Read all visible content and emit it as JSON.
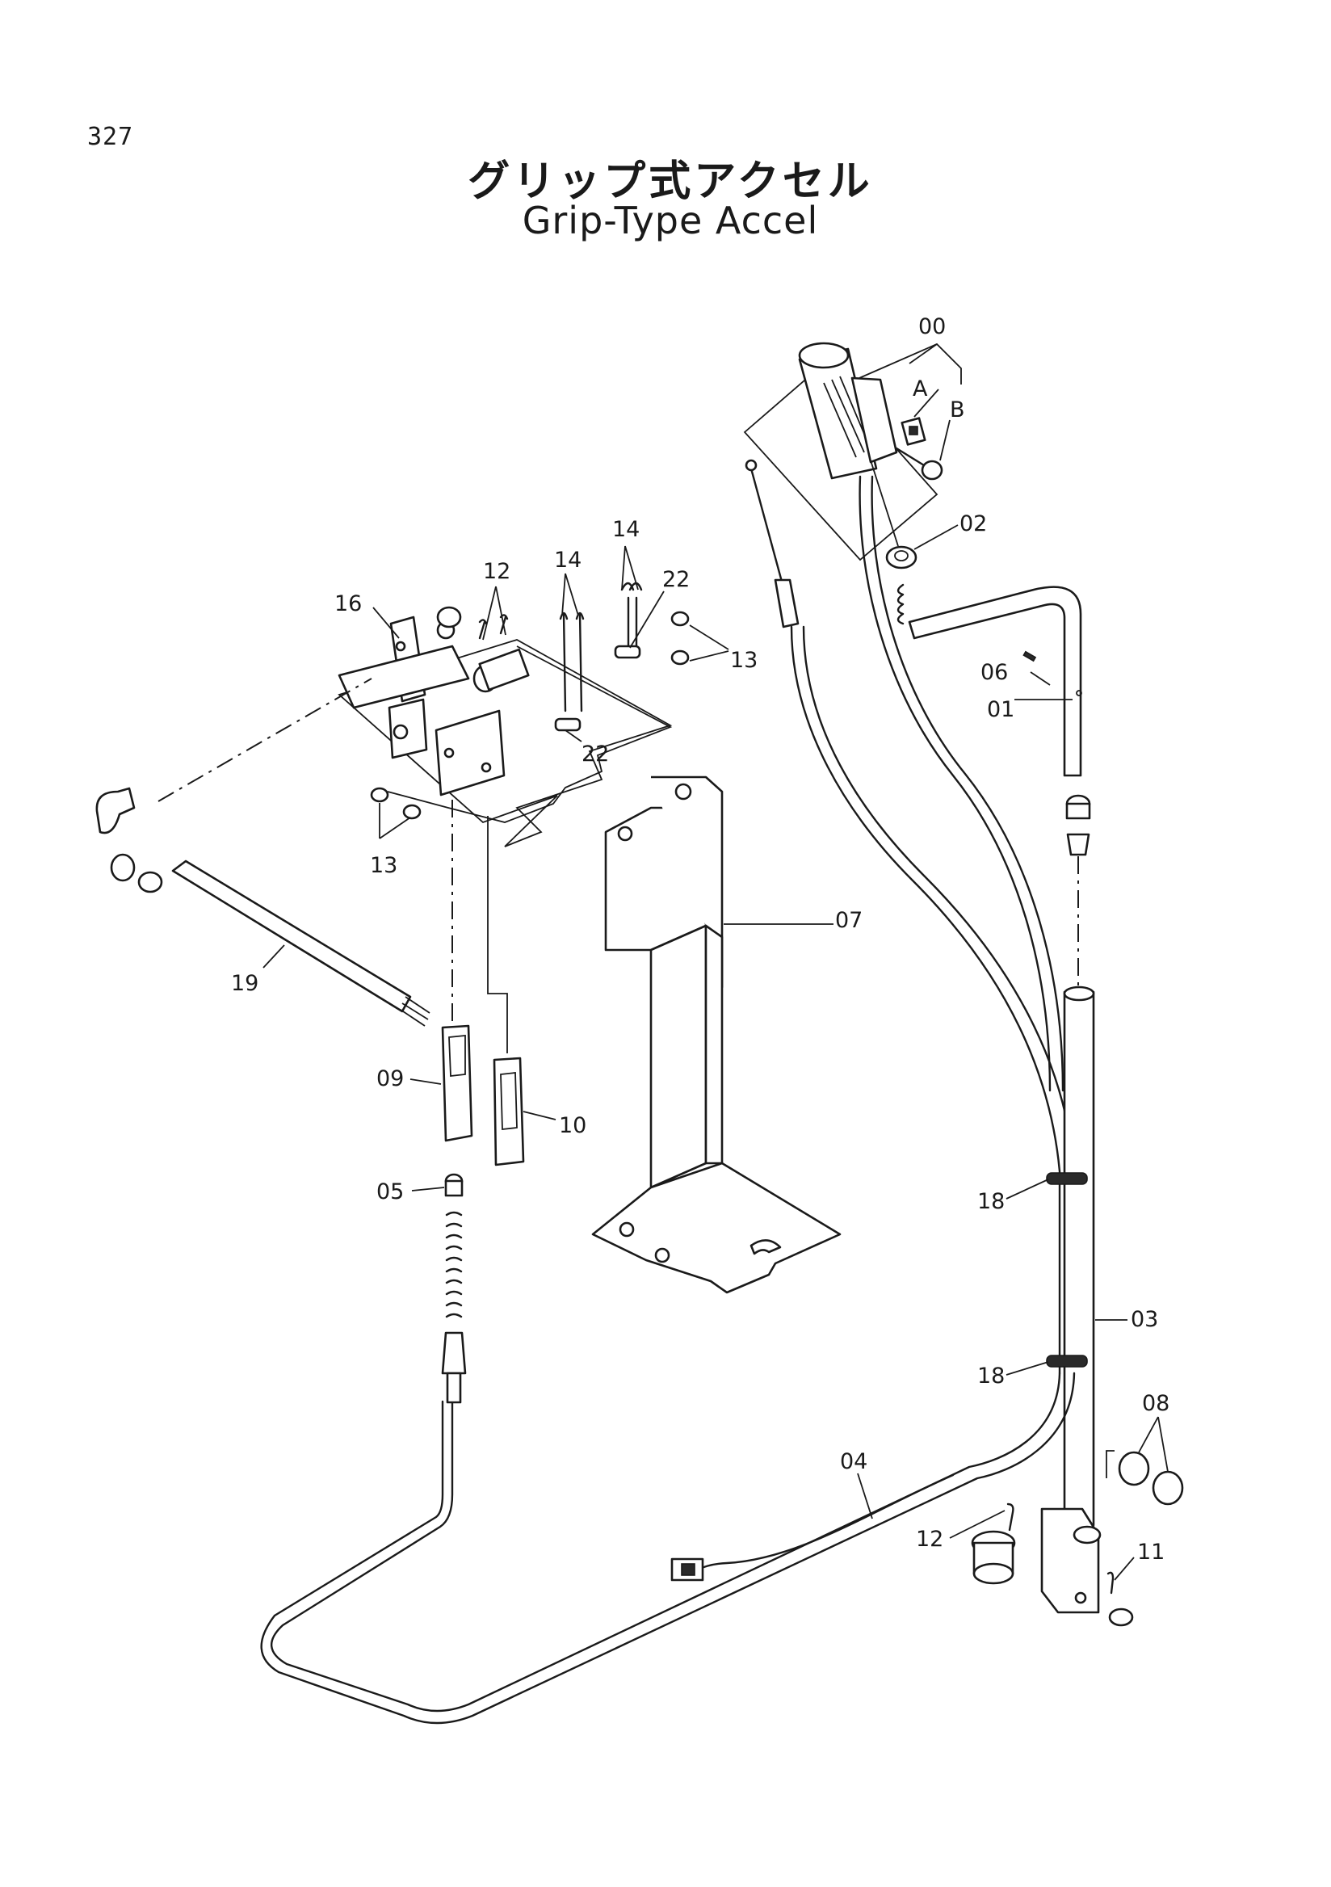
{
  "page_number": "327",
  "title_ja": "グリップ式アクセル",
  "title_en": "Grip-Type Accel",
  "callouts": {
    "c00": "00",
    "cA": "A",
    "cB": "B",
    "c02": "02",
    "c01": "01",
    "c06": "06",
    "c16": "16",
    "c12a": "12",
    "c14a": "14",
    "c14b": "14",
    "c22a": "22",
    "c22b": "22",
    "c13a": "13",
    "c13b": "13",
    "c07": "07",
    "c19": "19",
    "c09": "09",
    "c10": "10",
    "c05": "05",
    "c18a": "18",
    "c18b": "18",
    "c03": "03",
    "c08": "08",
    "c04": "04",
    "c12b": "12",
    "c11": "11"
  }
}
